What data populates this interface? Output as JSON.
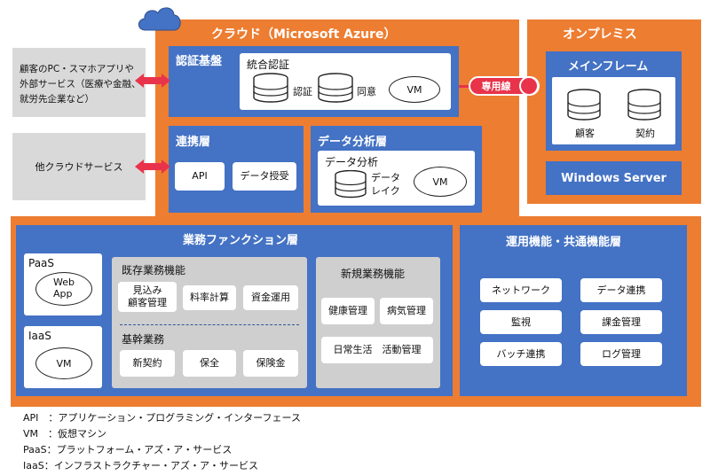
{
  "cloud": {
    "title": "クラウド（Microsoft Azure）",
    "auth": {
      "title": "認証基盤",
      "integrated_title": "統合認証",
      "db1_label": "認証",
      "db2_label": "同意",
      "vm_label": "VM"
    },
    "linkage": {
      "title": "連携層",
      "api_label": "API",
      "data_exchange_label": "データ授受"
    },
    "analytics": {
      "title": "データ分析層",
      "inner_title": "データ分析",
      "datalake_label": "データ\nレイク",
      "vm_label": "VM"
    }
  },
  "external": {
    "customer_box": "顧客のPC・スマホアプリや\n外部サービス（医療や金融、\n就労先企業など）",
    "other_cloud_box": "他クラウドサービス"
  },
  "dedicated_line": "専用線",
  "onprem": {
    "title": "オンプレミス",
    "mainframe": {
      "title": "メインフレーム",
      "db1_label": "顧客",
      "db2_label": "契約"
    },
    "windows_server": "Windows Server"
  },
  "business": {
    "title": "業務ファンクション層",
    "paas": {
      "label": "PaaS",
      "app_label": "Web\nApp"
    },
    "iaas": {
      "label": "IaaS",
      "vm_label": "VM"
    },
    "existing": {
      "title": "既存業務機能",
      "items": [
        "見込み\n顧客管理",
        "料率計算",
        "資金運用"
      ]
    },
    "core": {
      "title": "基幹業務",
      "items": [
        "新契約",
        "保全",
        "保険金"
      ]
    },
    "new_functions": {
      "title": "新規業務機能",
      "items": [
        "健康管理",
        "病気管理",
        "日常生活　活動管理"
      ]
    }
  },
  "operations": {
    "title": "運用機能・共通機能層",
    "items": [
      "ネットワーク",
      "データ連携",
      "監視",
      "課金管理",
      "バッチ連携",
      "ログ管理"
    ]
  },
  "legend": [
    "API　：アプリケーション・プログラミング・インターフェース",
    "VM　：仮想マシン",
    "PaaS：プラットフォーム・アズ・ア・サービス",
    "IaaS：インフラストラクチャー・アズ・ア・サービス"
  ],
  "colors": {
    "orange": "#ed7d31",
    "blue": "#4472c4",
    "gray": "#d9d9d9",
    "arrow": "#e8334a"
  }
}
